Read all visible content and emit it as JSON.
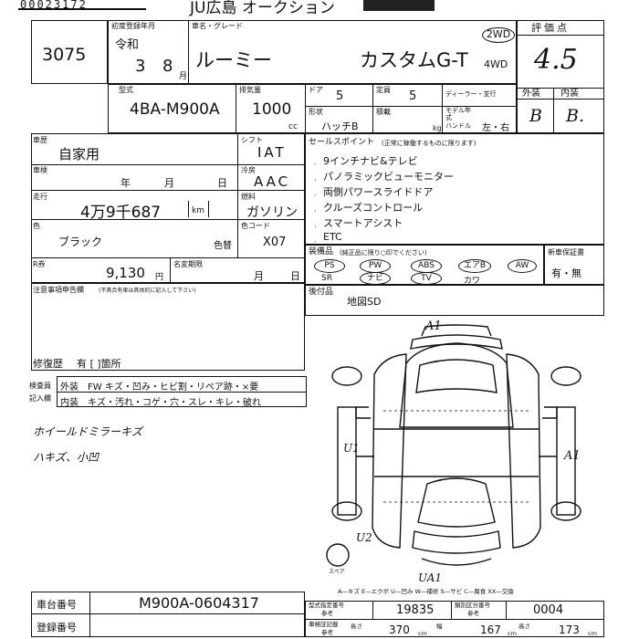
{
  "header": {
    "title": "JU広島 オークション",
    "serial": "00023172"
  },
  "lot": {
    "number": "3075"
  },
  "registration": {
    "label": "初度登録年月",
    "era": "令和",
    "year": "3",
    "month": "8",
    "month_unit": "月"
  },
  "vehicle": {
    "name_label": "車名・グレード",
    "name": "ルーミー",
    "grade": "カスタムG-T"
  },
  "drive": {
    "two": "2WD",
    "four": "4WD"
  },
  "score": {
    "label": "評価点",
    "value": "4.5",
    "ext_label": "外装",
    "int_label": "内装",
    "ext": "B",
    "int": "B."
  },
  "model": {
    "label": "型式",
    "value": "4BA-M900A"
  },
  "displacement": {
    "label": "排気量",
    "value": "1000",
    "unit": "cc"
  },
  "doors": {
    "label": "ドア",
    "value": "5"
  },
  "capacity": {
    "label": "定員",
    "value": "5"
  },
  "dealer": {
    "label": "ディーラー・並行"
  },
  "model_year": {
    "label": "モデル年式"
  },
  "handle": {
    "label": "ハンドル",
    "value": "左・右"
  },
  "shape": {
    "label": "形状",
    "value": "ハッチB"
  },
  "load": {
    "label": "積載",
    "unit": "kg"
  },
  "history": {
    "label": "車歴",
    "value": "自家用"
  },
  "inspection": {
    "label": "車検",
    "year": "年",
    "month": "月",
    "day": "日"
  },
  "shift": {
    "label": "シフト",
    "value": "IAT"
  },
  "aircon": {
    "label": "冷房",
    "value": "AAC"
  },
  "mileage": {
    "label": "走行",
    "value": "4万9千687",
    "unit": "km"
  },
  "fuel": {
    "label": "燃料",
    "value": "ガソリン"
  },
  "color": {
    "label": "色",
    "value": "ブラック",
    "change_label": "色替",
    "code_label": "色コード",
    "code": "X07"
  },
  "recycle": {
    "label": "R券",
    "value": "9,130",
    "unit": "円"
  },
  "name_change": {
    "label": "名変期限",
    "month": "月",
    "day": "日"
  },
  "notes": {
    "label": "注意事項申告欄",
    "sub": "(不具合有車は具体的に記入して下さい)",
    "repair_label": "修復歴",
    "repair_value": "有 [ ]箇所"
  },
  "sales_points": {
    "label": "セールスポイント",
    "sub": "(正常に稼働するものに限ります)",
    "items": [
      "9インチナビ&テレビ",
      "パノラミックビューモニター",
      "両側パワースライドドア",
      "クルーズコントロール",
      "スマートアシスト",
      "ETC"
    ]
  },
  "equipment": {
    "label": "装備品",
    "sub": "(純正品に限り○印でください)",
    "items": [
      "PS",
      "PW",
      "ABS",
      "エアB",
      "AW",
      "SR",
      "ナビ",
      "TV",
      "カワ"
    ]
  },
  "new_car_warranty": {
    "label": "新車保証書",
    "value": "有・無"
  },
  "aftermarket": {
    "label": "後付品",
    "value": "地図SD"
  },
  "inspector": {
    "label1": "検査員",
    "label2": "記入欄"
  },
  "inspector_rows": [
    {
      "part": "外装",
      "text": "FW キズ・凹み・ヒビ割・リペア跡・×要"
    },
    {
      "part": "内装",
      "text": "キズ・汚れ・コゲ・穴・スレ・キレ・破れ"
    }
  ],
  "handwritten": {
    "line1": "ホイールドミラーキズ",
    "line2": "ハキズ、小凹"
  },
  "diagram_marks": {
    "top": "A1",
    "left": "U1",
    "right": "A1",
    "bottom_left": "U2",
    "bottom": "UA1",
    "spare": "スペア"
  },
  "legend": "A―キズ E―エクボ U―凹み W―補修 S―サビ C―腐食 XX―交換",
  "chassis": {
    "label": "車台番号",
    "value": "M900A-0604317"
  },
  "plate": {
    "label": "登録番号"
  },
  "type_designation": {
    "label": "型式指定番号",
    "ref": "参考",
    "value": "19835"
  },
  "class_number": {
    "label": "類別区分番号",
    "ref": "参考",
    "value": "0004"
  },
  "dimensions": {
    "label": "車検証記載",
    "ref": "参考",
    "length_label": "長さ",
    "length": "370",
    "width_label": "幅",
    "width": "167",
    "height_label": "高さ",
    "height": "173",
    "unit": "cm"
  }
}
